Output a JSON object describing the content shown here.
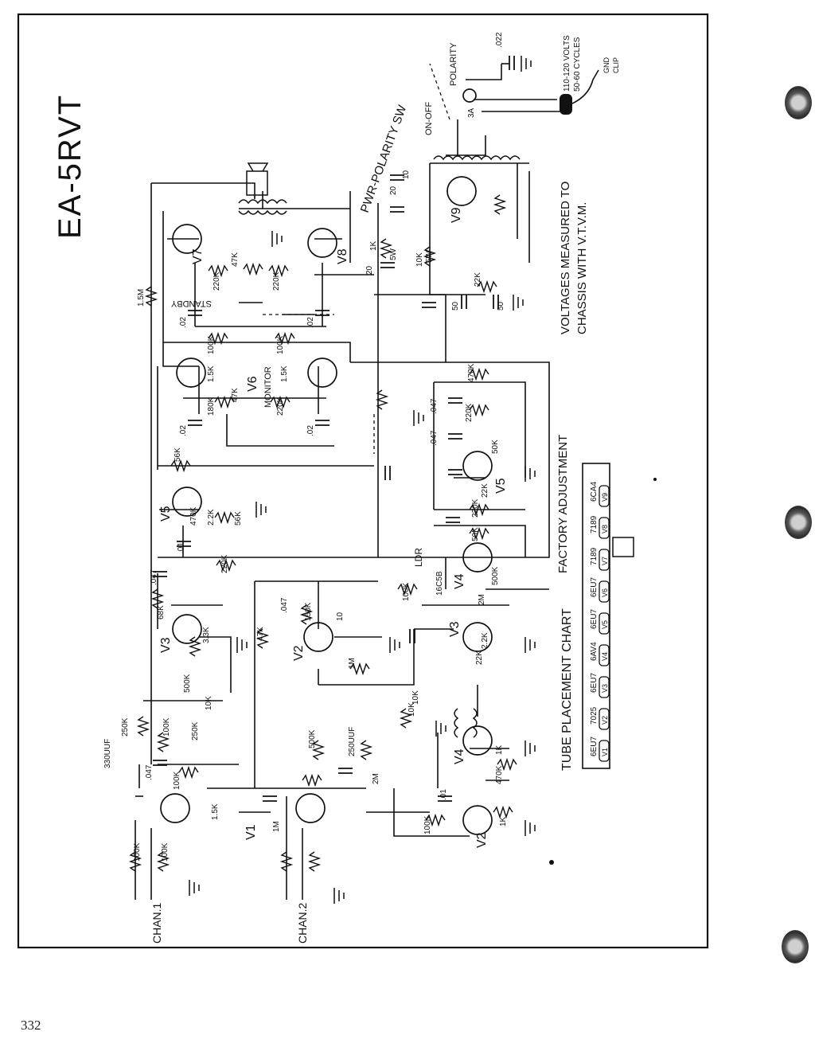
{
  "page": {
    "page_number": "332"
  },
  "diagram": {
    "title": "EA-5RVT",
    "notes": {
      "voltages_line1": "VOLTAGES MEASURED TO",
      "voltages_line2": "CHASSIS WITH V.T.V.M.",
      "factory_adjustment": "FACTORY ADJUSTMENT",
      "tube_chart_title": "TUBE PLACEMENT CHART",
      "pwr_polarity": "PWR-POLARITY SW",
      "polarity": "POLARITY",
      "on_off": "ON-OFF",
      "mains_line1": "110-120 VOLTS",
      "mains_line2": "50-60 CYCLES",
      "gnd_clip_line1": "GND",
      "gnd_clip_line2": "CLIP",
      "standby": "STANDBY",
      "monitor": "MONITOR",
      "ldr": "LDR",
      "chan1": "CHAN.1",
      "chan2": "CHAN.2",
      "fuse": "3A"
    },
    "tubes": [
      "V1",
      "V2",
      "V3",
      "V4",
      "V5",
      "V6",
      "V7",
      "V8",
      "V9"
    ],
    "tube_chart": [
      {
        "socket": "V1",
        "type": "6EU7"
      },
      {
        "socket": "V2",
        "type": "7025"
      },
      {
        "socket": "V3",
        "type": "6EU7"
      },
      {
        "socket": "V4",
        "type": "6AV4"
      },
      {
        "socket": "V5",
        "type": "6EU7"
      },
      {
        "socket": "V6",
        "type": "6EU7"
      },
      {
        "socket": "V7",
        "type": "7189"
      },
      {
        "socket": "V8",
        "type": "7189"
      },
      {
        "socket": "V9",
        "type": "6CA4"
      }
    ],
    "component_labels": [
      "1.5M",
      "220K",
      "47K",
      "220K",
      ".02",
      "100K",
      "100K",
      ".02",
      "1.5K",
      "47K",
      "1.5K",
      "180K",
      "220K",
      ".02",
      ".02",
      "56K",
      "470K",
      "2.2K",
      "56K",
      ".01",
      "220K",
      ".047",
      "68K",
      "3.3K",
      "500K",
      "10K",
      "250K",
      "100K",
      "250K",
      "330UUF",
      ".047",
      "100K",
      "1.5K",
      "100K",
      "100K",
      "1M",
      "250UUF",
      "2M",
      "100K",
      "1K",
      "470K",
      "1K",
      "500K",
      "10K",
      "22K",
      ".01",
      "47K",
      "150K",
      ".047",
      "10",
      "100K",
      "2.2K",
      "2M",
      "50K",
      "500K",
      "16C5B",
      "220K",
      ".047",
      ".047",
      "220K",
      "470K",
      "22K",
      "50K",
      "1K",
      "5W",
      "10K",
      "5W",
      "20",
      "20",
      "10",
      "50",
      "50",
      "22K",
      ".022",
      "1M",
      "10K"
    ]
  }
}
